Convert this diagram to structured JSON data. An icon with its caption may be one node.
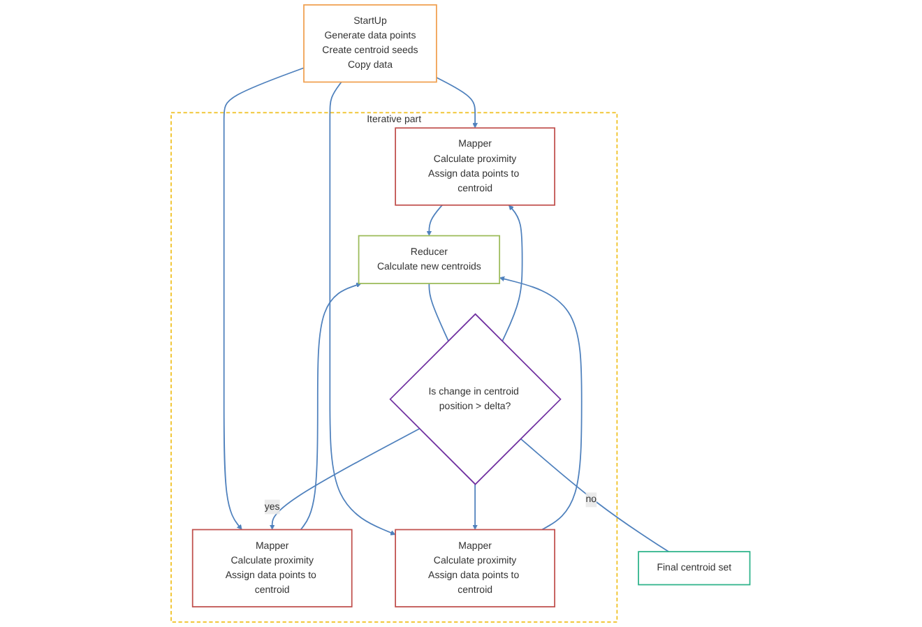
{
  "diagram": {
    "nodes": [
      {
        "text": [
          "StartUp",
          "Generate data points",
          "Create centroid seeds",
          "Copy data"
        ]
      },
      {
        "text": [
          "Iterative part"
        ]
      },
      {
        "text": [
          "Mapper",
          "Calculate proximity",
          "Assign data points to centroid"
        ],
        "in": 1
      },
      {
        "text": [
          "Mapper",
          "Calculate proximity",
          "Assign data points to centroid"
        ],
        "in": 1
      },
      {
        "text": [
          "Mapper",
          "Calculate proximity",
          "Assign data points to centroid"
        ],
        "in": 1
      },
      {
        "text": [
          "Reducer",
          "Calculate new centroids"
        ],
        "in": 1
      },
      {
        "text": [
          "Is change in centroid position > delta?"
        ],
        "in": 1
      },
      {
        "text": [
          "Final centroid set"
        ]
      }
    ],
    "edges": [
      {
        "from": 0,
        "to": 2,
        "arrow": "to"
      },
      {
        "from": 0,
        "to": 3,
        "arrow": "to"
      },
      {
        "from": 0,
        "to": 4,
        "arrow": "to"
      },
      {
        "from": 2,
        "to": 5,
        "arrow": "to"
      },
      {
        "from": 3,
        "to": 5,
        "arrow": "to"
      },
      {
        "from": 4,
        "to": 5,
        "arrow": "to"
      },
      {
        "from": 5,
        "to": 6,
        "arrow": "none"
      },
      {
        "from": 6,
        "to": 2,
        "arrow": "to"
      },
      {
        "from": 6,
        "to": 3,
        "arrow": "to",
        "label": "yes"
      },
      {
        "from": 6,
        "to": 4,
        "arrow": "to"
      },
      {
        "from": 6,
        "to": 7,
        "arrow": "none",
        "label": "no"
      }
    ]
  }
}
